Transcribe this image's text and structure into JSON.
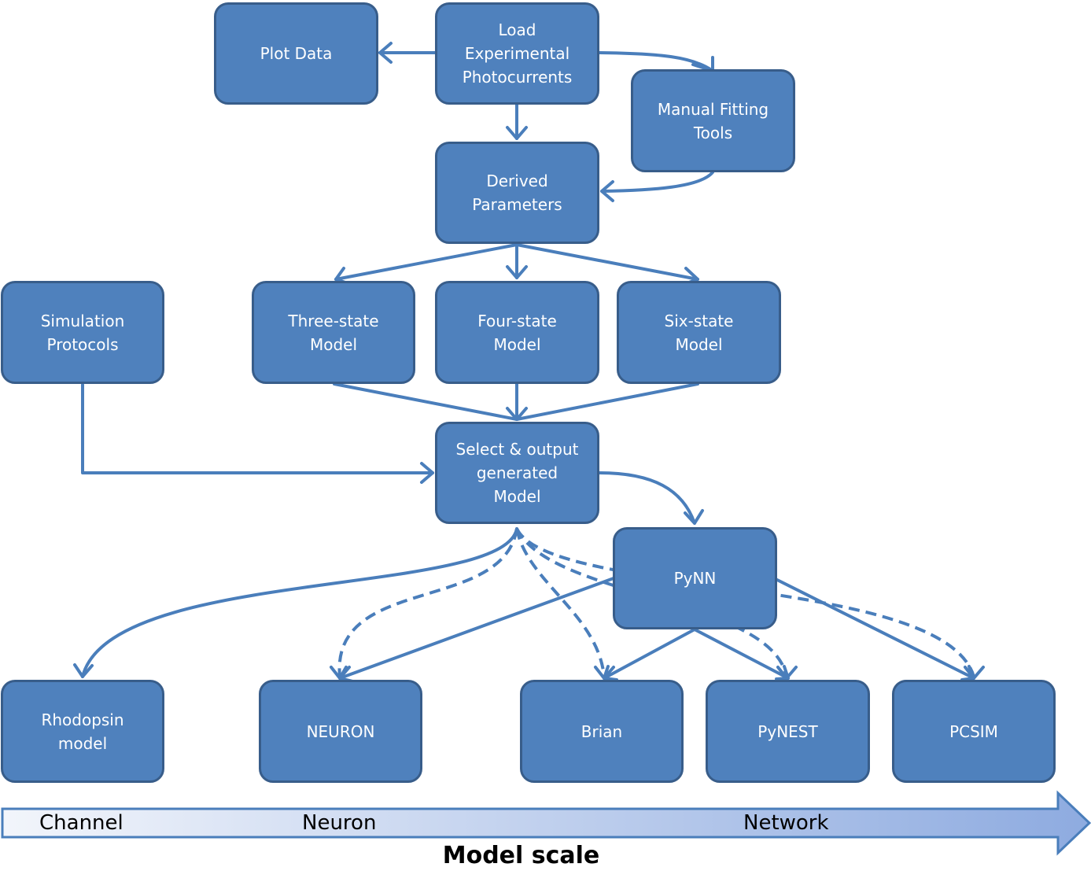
{
  "nodes": {
    "plot_data": "Plot Data",
    "load_photocurrents": "Load\nExperimental\nPhotocurrents",
    "manual_fitting": "Manual Fitting\nTools",
    "derived_parameters": "Derived\nParameters",
    "simulation_protocols": "Simulation\nProtocols",
    "three_state": "Three-state\nModel",
    "four_state": "Four-state\nModel",
    "six_state": "Six-state\nModel",
    "select_output": "Select & output\ngenerated\nModel",
    "pynn": "PyNN",
    "rhodopsin": "Rhodopsin\nmodel",
    "neuron": "NEURON",
    "brian": "Brian",
    "pynest": "PyNEST",
    "pcsim": "PCSIM"
  },
  "scale": {
    "channel": "Channel",
    "neuron": "Neuron",
    "network": "Network",
    "title": "Model scale"
  },
  "colors": {
    "box_fill": "#4f81bd",
    "box_border": "#385d8a",
    "arrow": "#4a7ebb",
    "bar_start": "#eef2fa",
    "bar_end": "#94b0e0"
  }
}
